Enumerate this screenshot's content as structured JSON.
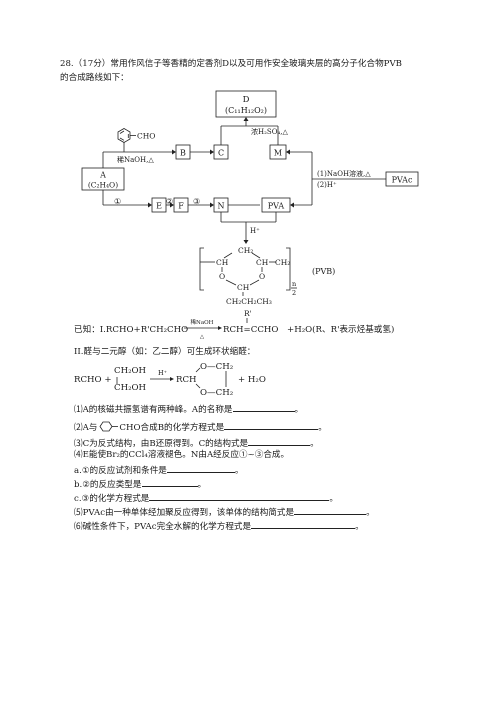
{
  "question": {
    "line1": "28.（17分）常用作风信子等香精的定香剂D以及可用作安全玻璃夹层的高分子化合物PVB",
    "line2": "的合成路线如下："
  },
  "scheme": {
    "D_label": "D",
    "D_formula": "(C₁₁H₁₂O₂)",
    "A_label": "A",
    "A_formula": "(C₂H₄O)",
    "B": "B",
    "C": "C",
    "M": "M",
    "E": "E",
    "F": "F",
    "N": "N",
    "PVA": "PVA",
    "PVAc": "PVAc",
    "cho": "CHO",
    "cond_ab": "稀NaOH,△",
    "cond_cd": "浓H₂SO₄,△",
    "cond_pvac1": "(1)NaOH溶液,△",
    "cond_pvac2": "(2)H⁺",
    "step1": "①",
    "step2": "②",
    "step3": "③",
    "hplus": "H⁺",
    "pvb_ch2_top": "CH₂",
    "pvb_ch_left": "CH",
    "pvb_ch_right": "CH",
    "pvb_ch2_tail": "CH₂",
    "pvb_o_left": "O",
    "pvb_o_right": "O",
    "pvb_ch_bottom": "CH",
    "pvb_chain": "CH₂CH₂CH₃",
    "pvb_n": "n",
    "pvb_2": "2",
    "pvb_label": "(PVB)"
  },
  "known": {
    "i_prefix": "已知：I.RCHO+R'CH₂CHO",
    "i_cond_top": "稀NaOH",
    "i_cond_bottom": "△",
    "i_product": "RCH=CCHO",
    "i_rprime": "R'",
    "i_suffix": "+H₂O(R、R'表示烃基或氢)",
    "ii_title": "II.醛与二元醇（如：乙二醇）可生成环状缩醛：",
    "ii_rcho": "RCHO +",
    "ii_ch2oh_top": "CH₂OH",
    "ii_ch2oh_bot": "CH₂OH",
    "ii_hplus": "H⁺",
    "ii_o_top": "O—CH₂",
    "ii_rch": "RCH",
    "ii_o_bot": "O—CH₂",
    "ii_water": "+ H₂O"
  },
  "questions": {
    "q1": "⑴A的核磁共振氢谱有两种峰。A的名称是",
    "q2_pre": "⑵A与",
    "q2_cho": "CHO",
    "q2_post": "合成B的化学方程式是",
    "q3": "⑶C为反式结构，由B还原得到。C的结构式是",
    "q4": "⑷E能使Br₂的CCl₄溶液褪色。N由A经反应①~③合成。",
    "q4a": "a.①的反应试剂和条件是",
    "q4b": "b.②的反应类型是",
    "q4c": "c.③的化学方程式是",
    "q5": "⑸PVAc由一种单体经加聚反应得到，该单体的结构简式是",
    "q6": "⑹碱性条件下，PVAc完全水解的化学方程式是",
    "period": "。"
  }
}
